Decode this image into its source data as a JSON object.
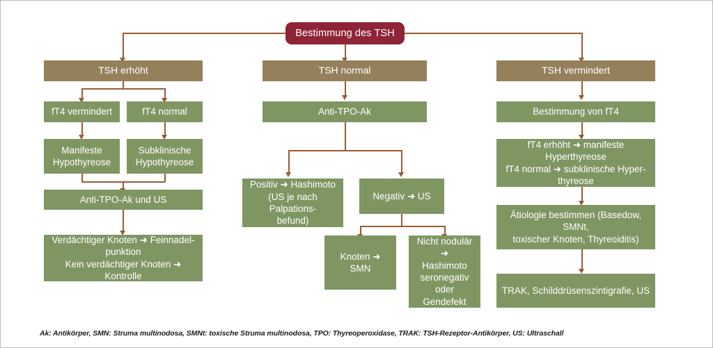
{
  "diagram": {
    "type": "flowchart",
    "title_node": {
      "label": "Bestimmung des TSH"
    },
    "colors": {
      "root": "#8e2436",
      "header": "#95805c",
      "node": "#7f9663",
      "connector": "#9a5b32",
      "text": "#ffffff",
      "background": "#ffffff",
      "frame": "#b9b9b9"
    },
    "branches": [
      {
        "name": "tsh-erhoeht",
        "header": "TSH erhöht",
        "nodes": [
          "fT4 vermindert",
          "fT4 normal",
          "Manifeste\nHypothyreose",
          "Subklinische\nHypothyreose",
          "Anti-TPO-Ak und US",
          "Verdächtiger Knoten ➜ Feinnadel-\npunktion\nKein verdächtiger Knoten ➜ Kontrolle"
        ]
      },
      {
        "name": "tsh-normal",
        "header": "TSH normal",
        "nodes": [
          "Anti-TPO-Ak",
          "Positiv ➜ Hashimoto\n(US je nach Palpations-\nbefund)",
          "Negativ ➜ US",
          "Knoten ➜ SMN",
          "Nicht nodulär ➜\nHashimoto\nseronegativ\noder Gendefekt"
        ]
      },
      {
        "name": "tsh-vermindert",
        "header": "TSH vermindert",
        "nodes": [
          "Bestimmung von fT4",
          "fT4 erhöht ➜ manifeste Hyperthyreose\nfT4 normal ➜ subklinische Hyper-\nthyreose",
          "Ätiologie bestimmen (Basedow, SMNt,\ntoxischer Knoten, Thyreoiditis)",
          "TRAK, Schilddrüsenszintigrafie, US"
        ]
      }
    ],
    "legend": "Ak: Antikörper, SMN: Struma multinodosa, SMNt: toxische Struma multinodosa, TPO: Thyreoperoxidase, TRAK: TSH-Rezeptor-Antikörper, US: Ultraschall"
  }
}
